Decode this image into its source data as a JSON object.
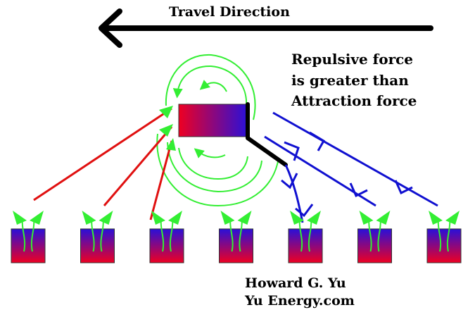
{
  "diagram": {
    "title": "Travel Direction",
    "note_lines": [
      "Repulsive force",
      "is greater than",
      "Attraction force"
    ],
    "credit_lines": [
      "Howard G. Yu",
      "Yu Energy.com"
    ],
    "stator_magnet_count": 7,
    "colors": {
      "arrow": "#000000",
      "attraction_lines": "#e01010",
      "repulsion_lines": "#1010d0",
      "field_lines": "#33ee33",
      "magnet_north": "#ee0022",
      "magnet_south": "#2a10d8",
      "shield": "#000000"
    }
  }
}
